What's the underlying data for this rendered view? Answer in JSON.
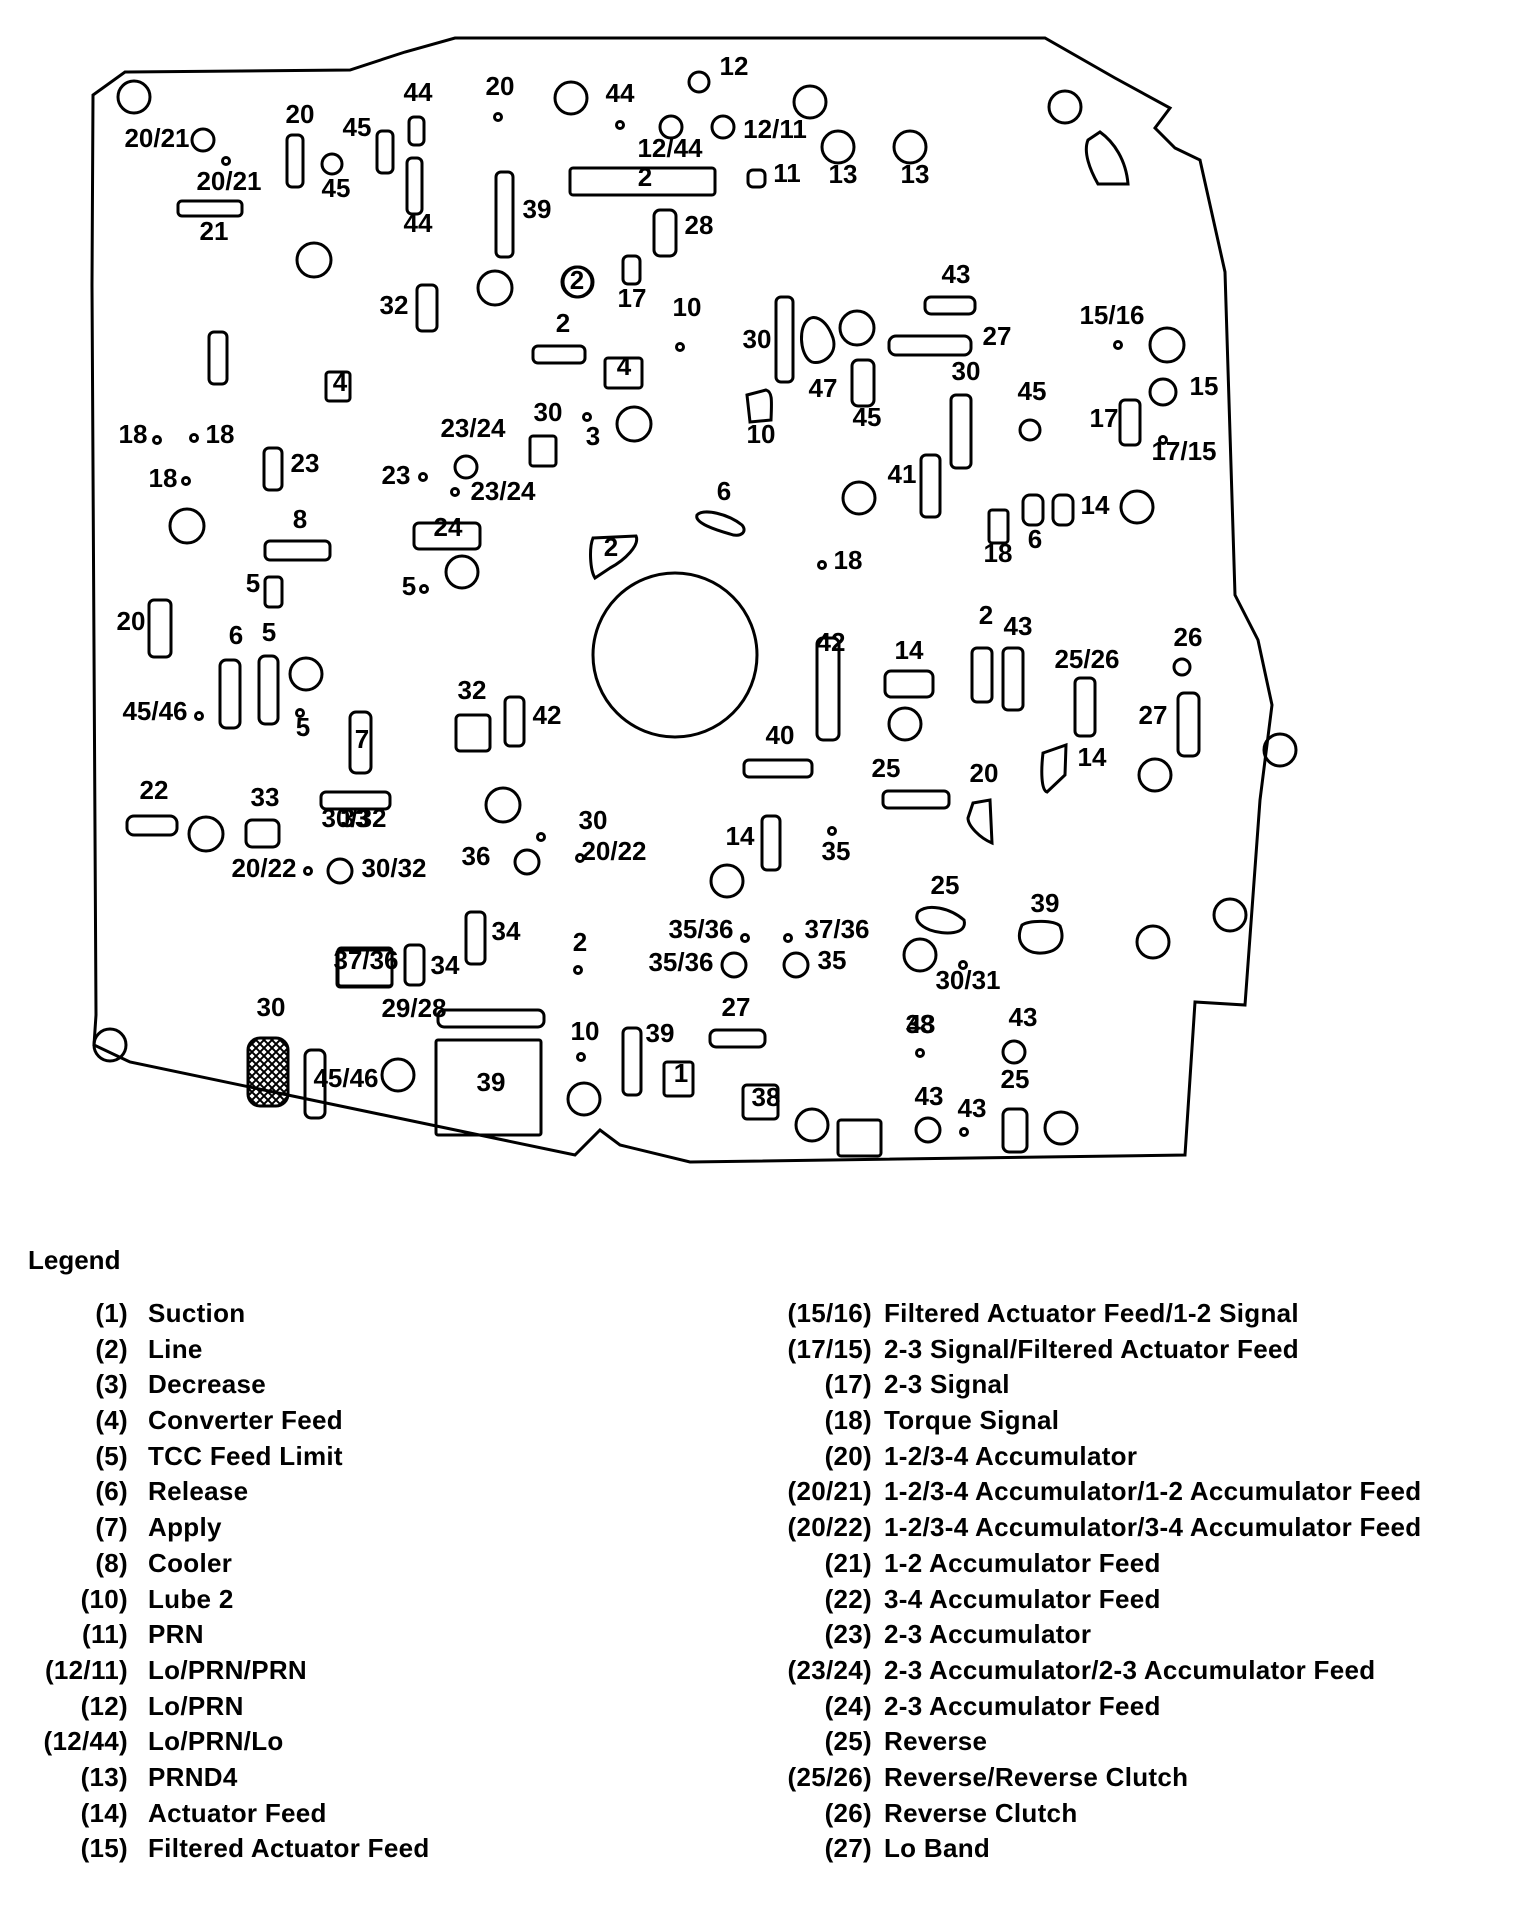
{
  "diagram": {
    "labels": [
      "20/21",
      "20/21",
      "21",
      "20",
      "45",
      "45",
      "44",
      "44",
      "20",
      "44",
      "12",
      "12/44",
      "12/11",
      "11",
      "2",
      "13",
      "13",
      "39",
      "28",
      "2",
      "17",
      "10",
      "32",
      "2",
      "4",
      "4",
      "30",
      "47",
      "45",
      "43",
      "27",
      "30",
      "15/16",
      "15",
      "45",
      "17",
      "17/15",
      "18",
      "18",
      "18",
      "23",
      "23/24",
      "30",
      "3",
      "10",
      "23",
      "23/24",
      "24",
      "8",
      "6",
      "41",
      "14",
      "6",
      "18",
      "2",
      "18",
      "5",
      "5",
      "20",
      "6",
      "5",
      "45/46",
      "5",
      "7",
      "33",
      "32",
      "42",
      "42",
      "14",
      "2",
      "43",
      "25/26",
      "26",
      "27",
      "40",
      "25",
      "14",
      "20",
      "22",
      "33",
      "30/32",
      "30",
      "20/22",
      "20/22",
      "30/32",
      "36",
      "14",
      "35",
      "25",
      "39",
      "34",
      "34",
      "2",
      "37/36",
      "35/36",
      "37/36",
      "35/36",
      "35",
      "30/31",
      "30",
      "29/28",
      "10",
      "39",
      "27",
      "38",
      "1",
      "38",
      "39",
      "45/46",
      "43",
      "43",
      "43",
      "43",
      "25"
    ]
  },
  "legend": {
    "title": "Legend",
    "left": [
      {
        "code": "(1)",
        "desc": "Suction"
      },
      {
        "code": "(2)",
        "desc": "Line"
      },
      {
        "code": "(3)",
        "desc": "Decrease"
      },
      {
        "code": "(4)",
        "desc": "Converter Feed"
      },
      {
        "code": "(5)",
        "desc": "TCC Feed Limit"
      },
      {
        "code": "(6)",
        "desc": "Release"
      },
      {
        "code": "(7)",
        "desc": "Apply"
      },
      {
        "code": "(8)",
        "desc": "Cooler"
      },
      {
        "code": "(10)",
        "desc": "Lube 2"
      },
      {
        "code": "(11)",
        "desc": "PRN"
      },
      {
        "code": "(12/11)",
        "desc": "Lo/PRN/PRN"
      },
      {
        "code": "(12)",
        "desc": "Lo/PRN"
      },
      {
        "code": "(12/44)",
        "desc": "Lo/PRN/Lo"
      },
      {
        "code": "(13)",
        "desc": "PRND4"
      },
      {
        "code": "(14)",
        "desc": "Actuator Feed"
      },
      {
        "code": "(15)",
        "desc": "Filtered Actuator Feed"
      }
    ],
    "right": [
      {
        "code": "(15/16)",
        "desc": "Filtered Actuator Feed/1-2 Signal"
      },
      {
        "code": "(17/15)",
        "desc": "2-3 Signal/Filtered Actuator Feed"
      },
      {
        "code": "(17)",
        "desc": "2-3 Signal"
      },
      {
        "code": "(18)",
        "desc": "Torque Signal"
      },
      {
        "code": "(20)",
        "desc": "1-2/3-4 Accumulator"
      },
      {
        "code": "(20/21)",
        "desc": "1-2/3-4 Accumulator/1-2 Accumulator Feed"
      },
      {
        "code": "(20/22)",
        "desc": "1-2/3-4 Accumulator/3-4 Accumulator Feed"
      },
      {
        "code": "(21)",
        "desc": "1-2 Accumulator Feed"
      },
      {
        "code": "(22)",
        "desc": "3-4 Accumulator Feed"
      },
      {
        "code": "(23)",
        "desc": "2-3 Accumulator"
      },
      {
        "code": "(23/24)",
        "desc": "2-3 Accumulator/2-3 Accumulator Feed"
      },
      {
        "code": "(24)",
        "desc": "2-3 Accumulator Feed"
      },
      {
        "code": "(25)",
        "desc": "Reverse"
      },
      {
        "code": "(25/26)",
        "desc": "Reverse/Reverse Clutch"
      },
      {
        "code": "(26)",
        "desc": "Reverse Clutch"
      },
      {
        "code": "(27)",
        "desc": "Lo Band"
      }
    ]
  }
}
